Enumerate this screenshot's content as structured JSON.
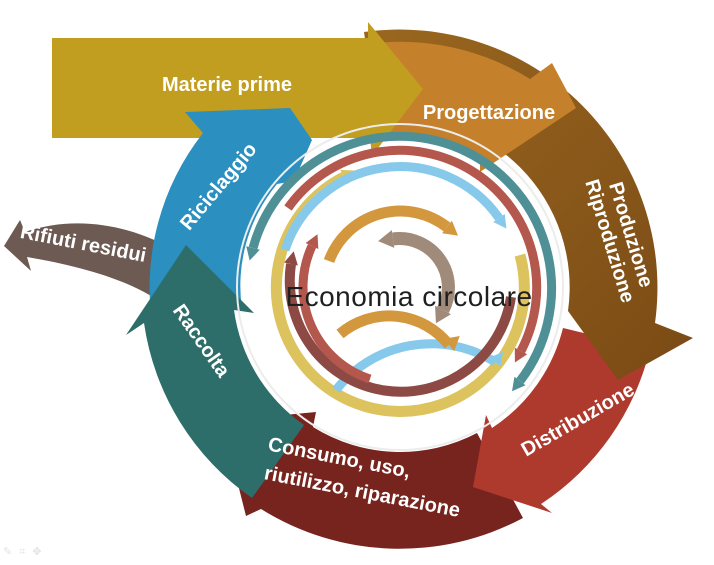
{
  "background": "#ffffff",
  "center": {
    "title": "Economia circolare",
    "title_color": "#1f1f1f",
    "rings": {
      "teal": "#4f9097",
      "yellow": "#dcc35e",
      "red": "#b4574d",
      "lightblue": "#87c9eb",
      "maroon": "#8d4a44",
      "orange": "#d3973e",
      "taupe": "#a08a79"
    }
  },
  "label_color": "#ffffff",
  "stages": [
    {
      "id": "materie-prime",
      "label": "Materie prime",
      "color": "#c19e20"
    },
    {
      "id": "progettazione",
      "label": "Progettazione",
      "color": "#c5802b"
    },
    {
      "id": "produzione-riproduzione",
      "label": "Produzione",
      "label2": "Riproduzione",
      "color": "#9a671f",
      "color_dark": "#7a4a15"
    },
    {
      "id": "distribuzione",
      "label": "Distribuzione",
      "color": "#ae3a2e"
    },
    {
      "id": "consumo-uso",
      "label": "Consumo, uso,",
      "label2": "riutilizzo, riparazione",
      "color": "#77241f"
    },
    {
      "id": "raccolta",
      "label": "Raccolta",
      "color": "#2d6e6a"
    },
    {
      "id": "riciclaggio",
      "label": "Riciclaggio",
      "color": "#2b8fc0"
    },
    {
      "id": "rifiuti-residui",
      "label": "Rifiuti residui",
      "color": "#6d5a53"
    }
  ],
  "status_bar": {
    "color": "#d9d9d9",
    "icons": [
      {
        "name": "pencil-icon",
        "glyph": "✎"
      },
      {
        "name": "grid-icon",
        "glyph": "⌗"
      },
      {
        "name": "clover-icon",
        "glyph": "✥"
      }
    ]
  }
}
